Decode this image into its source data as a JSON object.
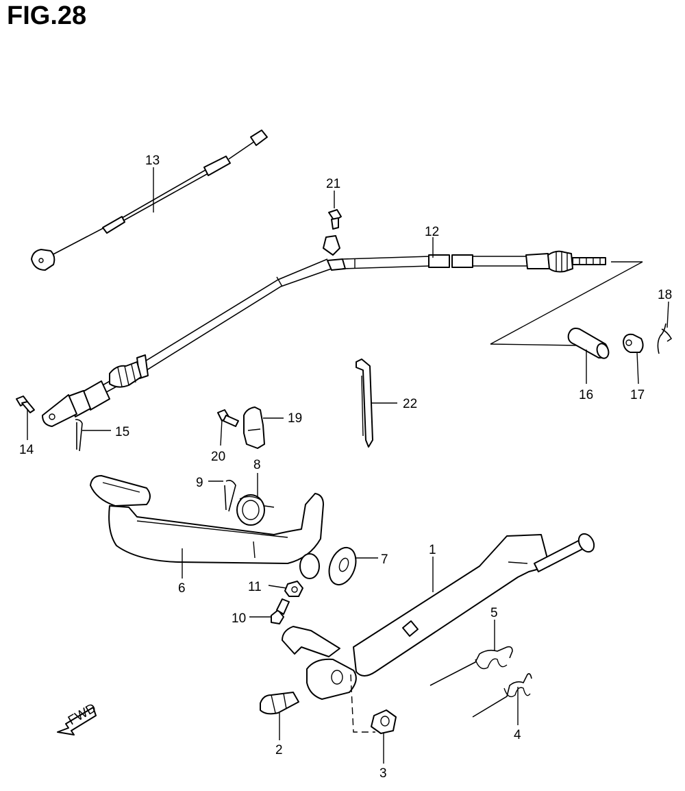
{
  "figure_title": "FIG.28",
  "direction_badge": "FWD",
  "callouts": {
    "c1": "1",
    "c2": "2",
    "c3": "3",
    "c4": "4",
    "c5": "5",
    "c6": "6",
    "c7": "7",
    "c8": "8",
    "c9": "9",
    "c10": "10",
    "c11": "11",
    "c12": "12",
    "c13": "13",
    "c14": "14",
    "c15": "15",
    "c16": "16",
    "c17": "17",
    "c18": "18",
    "c19": "19",
    "c20": "20",
    "c21": "21",
    "c22": "22"
  }
}
